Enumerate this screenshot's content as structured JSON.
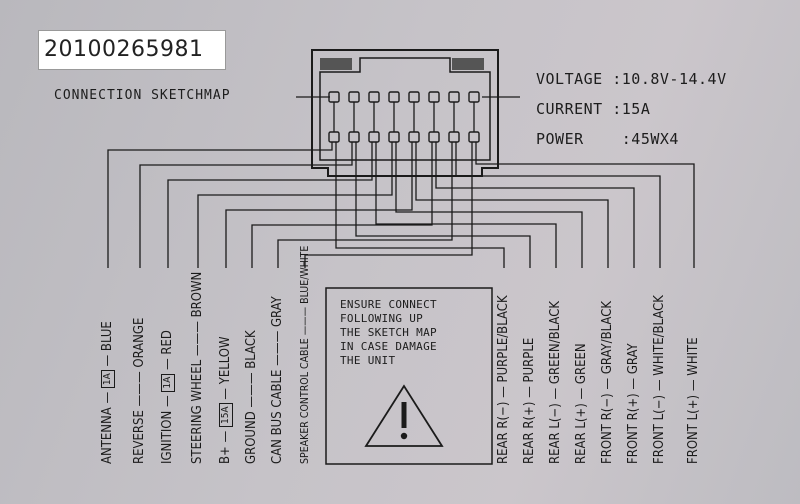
{
  "serial_number": "20100265981",
  "title": "CONNECTION SKETCHMAP",
  "specs": {
    "voltage": "VOLTAGE :10.8V-14.4V",
    "current": "CURRENT :15A",
    "power": "POWER    :45WX4"
  },
  "warning": {
    "text": "ENSURE CONNECT\nFOLLOWING UP\nTHE SKETCH MAP\nIN CASE DAMAGE\nTHE UNIT",
    "icon": "warning-triangle-icon"
  },
  "wires_left": [
    {
      "name": "ANTENNA",
      "fuse": "1A",
      "color": "BLUE"
    },
    {
      "name": "REVERSE",
      "fuse": "",
      "color": "ORANGE"
    },
    {
      "name": "IGNITION",
      "fuse": "1A",
      "color": "RED"
    },
    {
      "name": "STEERING WHEEL",
      "fuse": "",
      "color": "BROWN"
    },
    {
      "name": "B+",
      "fuse": "15A",
      "color": "YELLOW"
    },
    {
      "name": "GROUND",
      "fuse": "",
      "color": "BLACK"
    },
    {
      "name": "CAN BUS CABLE",
      "fuse": "",
      "color": "GRAY"
    },
    {
      "name": "SPEAKER CONTROL CABLE",
      "fuse": "",
      "color": "BLUE/WHITE"
    }
  ],
  "wires_right": [
    {
      "name": "REAR R(−)",
      "color": "PURPLE/BLACK"
    },
    {
      "name": "REAR R(+)",
      "color": "PURPLE"
    },
    {
      "name": "REAR L(−)",
      "color": "GREEN/BLACK"
    },
    {
      "name": "REAR L(+)",
      "color": "GREEN"
    },
    {
      "name": "FRONT R(−)",
      "color": "GRAY/BLACK"
    },
    {
      "name": "FRONT R(+)",
      "color": "GRAY"
    },
    {
      "name": "FRONT L(−)",
      "color": "WHITE/BLACK"
    },
    {
      "name": "FRONT L(+)",
      "color": "WHITE"
    }
  ]
}
